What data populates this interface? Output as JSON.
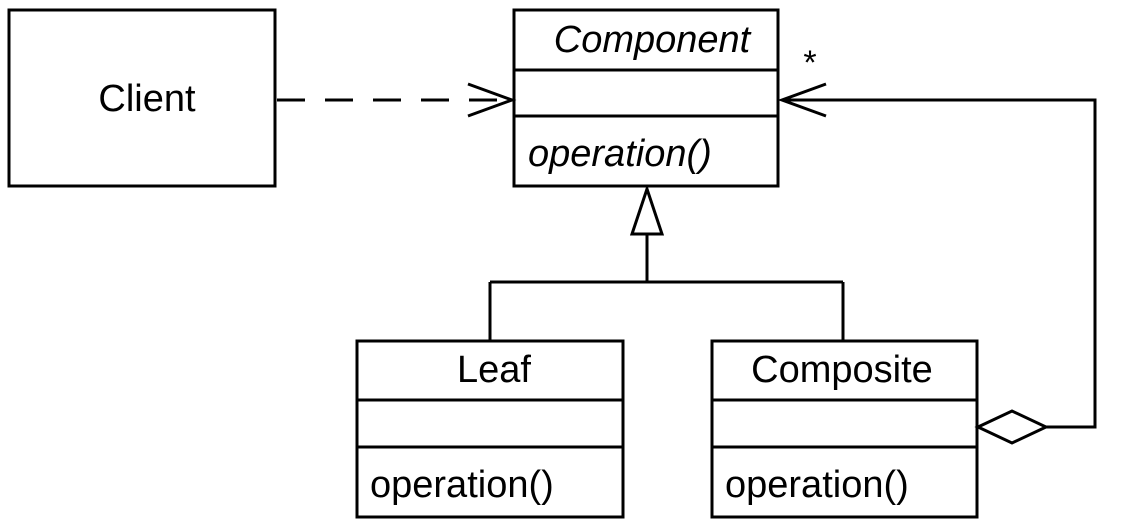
{
  "classes": {
    "client": {
      "name": "Client"
    },
    "component": {
      "name": "Component",
      "operation": "operation()"
    },
    "leaf": {
      "name": "Leaf",
      "operation": "operation()"
    },
    "composite": {
      "name": "Composite",
      "operation": "operation()"
    }
  },
  "relations": {
    "aggregation_multiplicity": "*"
  },
  "colors": {
    "stroke": "#000000",
    "background": "#ffffff"
  }
}
